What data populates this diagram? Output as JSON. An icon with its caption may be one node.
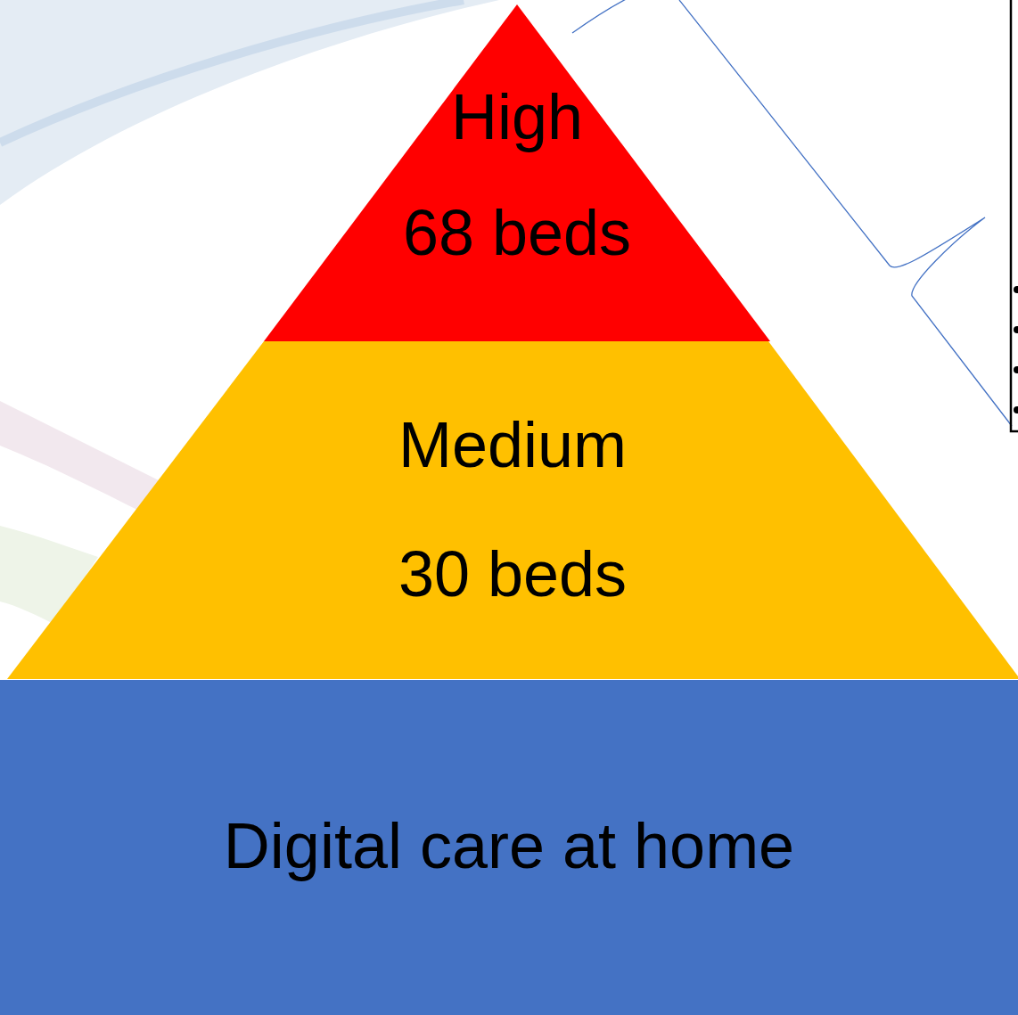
{
  "diagram": {
    "nodes": [
      {
        "text": [
          "High",
          "68 beds"
        ]
      },
      {
        "text": [
          "Medium",
          "30 beds"
        ]
      },
      {
        "text": [
          "Digital care at home"
        ]
      }
    ]
  }
}
